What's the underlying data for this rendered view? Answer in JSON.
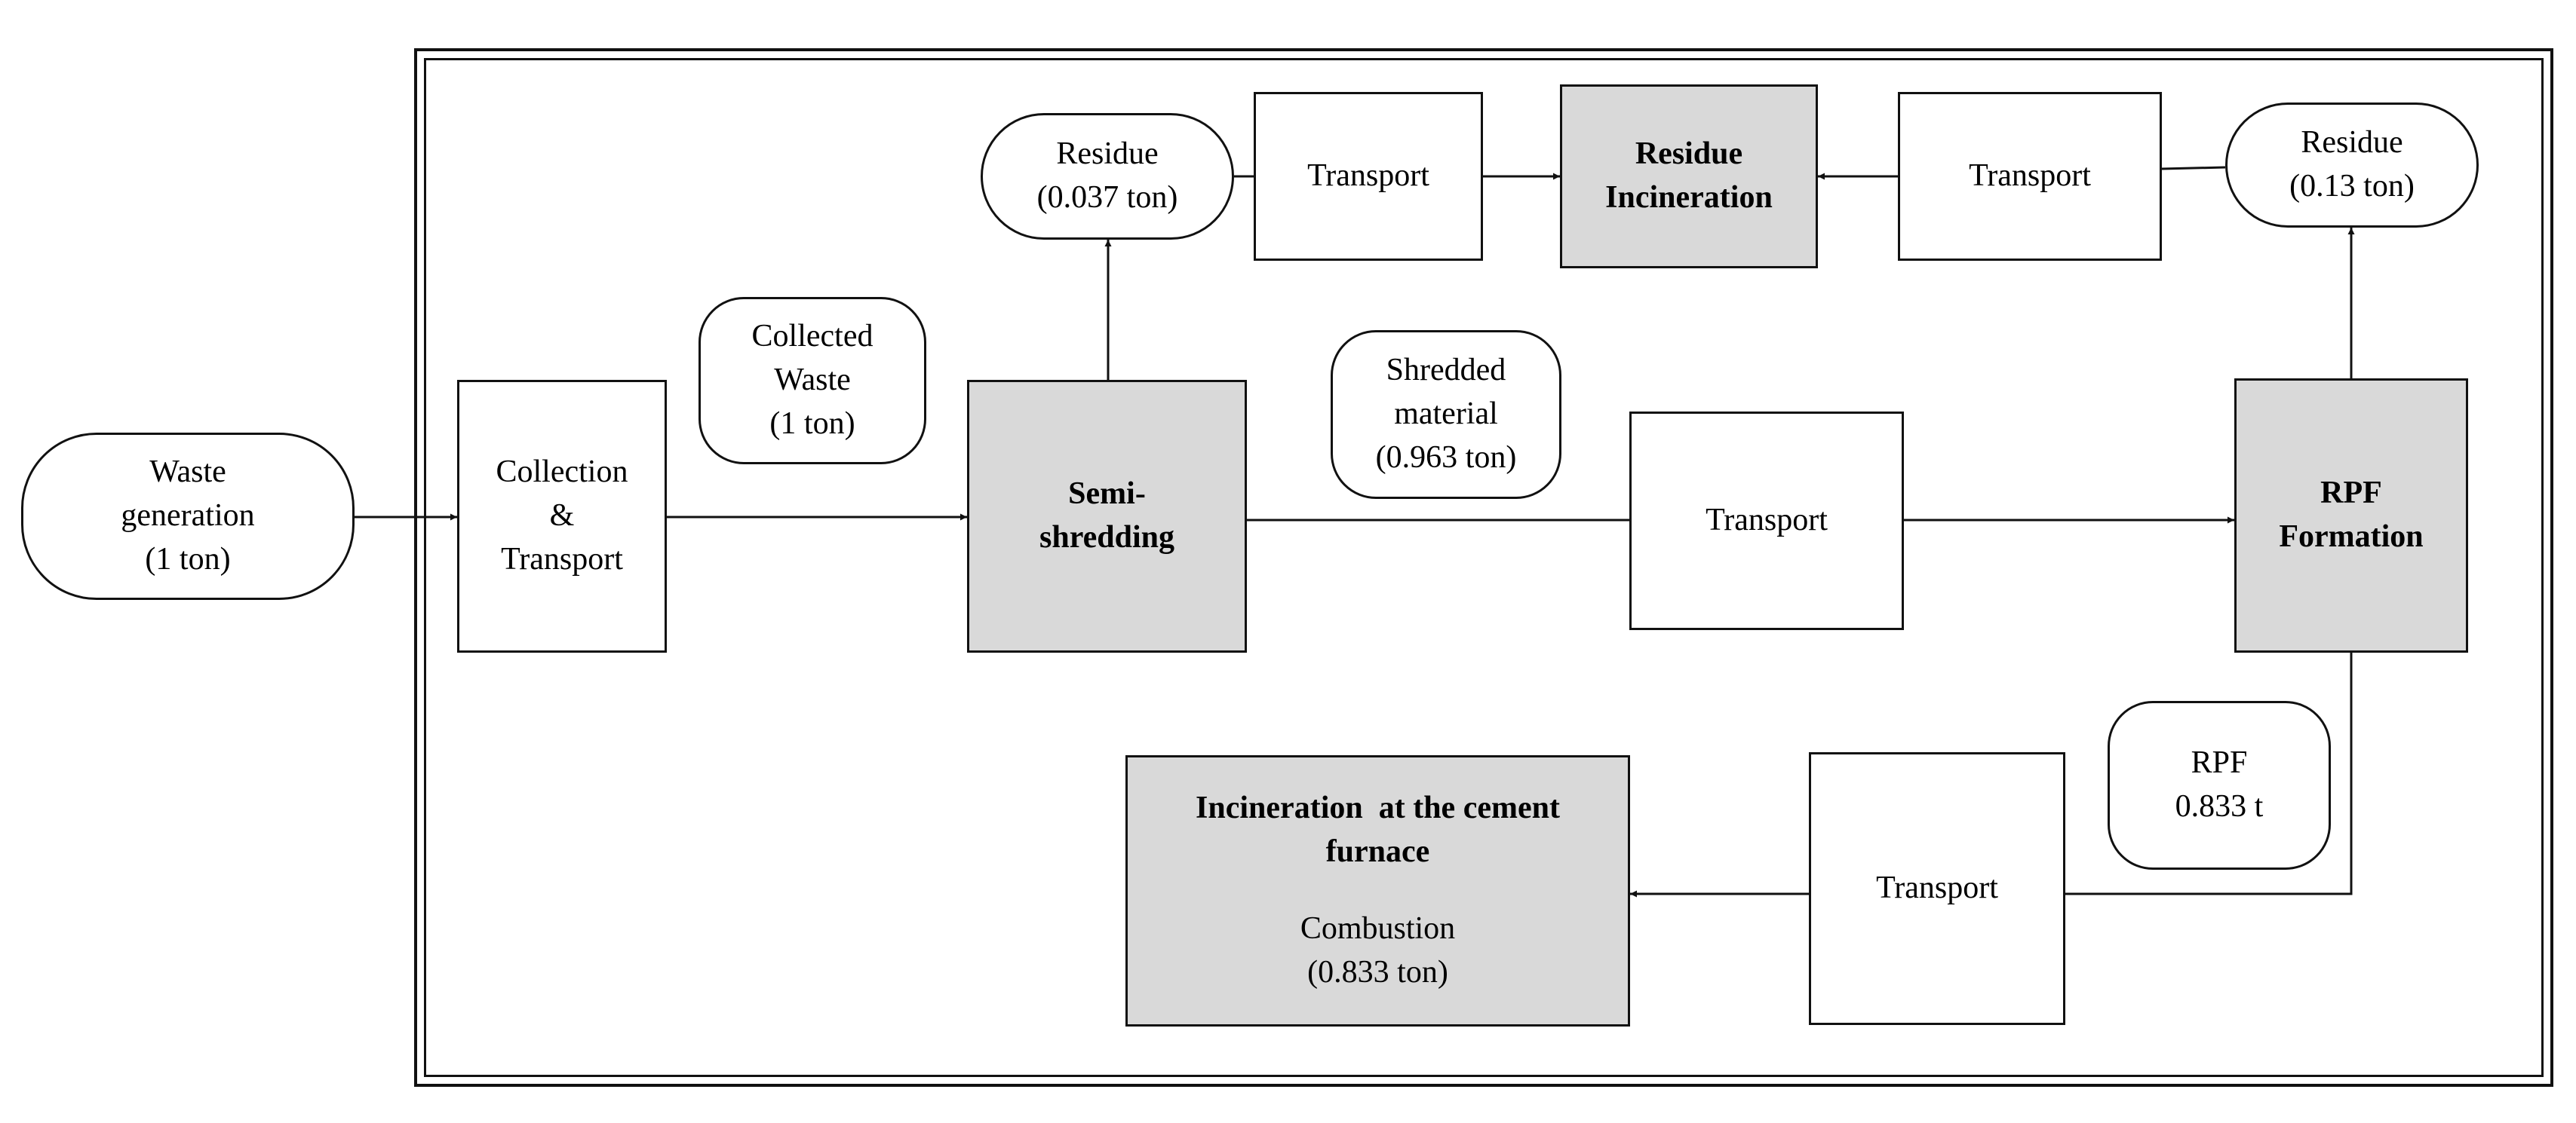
{
  "nodes": {
    "waste_generation": [
      "Waste",
      "generation",
      "(1 ton)"
    ],
    "collection_transport": [
      "Collection",
      "&",
      "Transport"
    ],
    "collected_waste": [
      "Collected",
      "Waste",
      "(1 ton)"
    ],
    "semi_shredding": [
      "Semi-",
      "shredding"
    ],
    "residue_1": [
      "Residue",
      "(0.037 ton)"
    ],
    "transport_1": [
      "Transport"
    ],
    "residue_incineration": [
      "Residue",
      "Incineration"
    ],
    "transport_2": [
      "Transport"
    ],
    "residue_2": [
      "Residue",
      "(0.13 ton)"
    ],
    "shredded_material": [
      "Shredded",
      "material",
      "(0.963 ton)"
    ],
    "transport_3": [
      "Transport"
    ],
    "rpf_formation": [
      "RPF",
      "Formation"
    ],
    "rpf": [
      "RPF",
      "0.833 t"
    ],
    "transport_4": [
      "Transport"
    ],
    "cement_furnace_title": [
      "Incineration  at the cement",
      "furnace"
    ],
    "cement_furnace_sub": [
      "Combustion",
      "(0.833 ton)"
    ]
  },
  "colors": {
    "line": "#111111",
    "key_fill": "#d9d9d9",
    "box_fill": "#ffffff"
  }
}
